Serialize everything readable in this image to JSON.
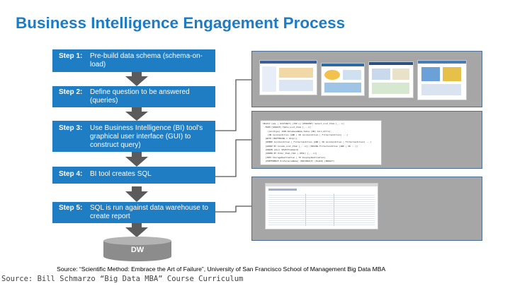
{
  "title": "Business Intelligence Engagement Process",
  "steps": [
    {
      "label": "Step 1:",
      "text": "Pre-build data schema (schema-on-load)"
    },
    {
      "label": "Step 2:",
      "text": "Define question to be answered (queries)"
    },
    {
      "label": "Step 3:",
      "text": "Use Business Intelligence (BI) tool's graphical user interface (GUI) to construct query)"
    },
    {
      "label": "Step 4:",
      "text": "BI tool creates SQL"
    },
    {
      "label": "Step 5:",
      "text": "SQL is run against data warehouse to create report"
    }
  ],
  "database_label": "DW",
  "source_text": "Source: “Scientific Method: Embrace the Art of Failure”, University of San Francisco School of Management Big Data MBA",
  "footer_text": "Source: Bill Schmarzo “Big Data MBA” Course Curriculum",
  "colors": {
    "title": "#1d7cc4",
    "step_fill": "#1f7dc3",
    "arrow": "#5b5b5b",
    "panel_fill": "#a6a6a6",
    "panel_border": "#4a6e94",
    "database": "#8c8c8c"
  }
}
